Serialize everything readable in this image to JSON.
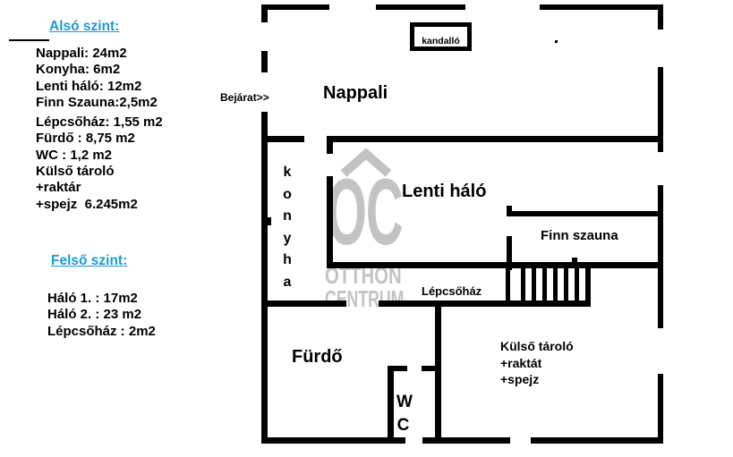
{
  "left_panel": {
    "lower_heading": "Alsó szint:",
    "lower_items": [
      "Nappali: 24m2",
      "Konyha: 6m2",
      "Lenti háló: 12m2",
      "Finn Szauna:2,5m2",
      "Lépcsőház: 1,55 m2",
      "Fürdő : 8,75 m2",
      "WC : 1,2 m2",
      "Külső tároló",
      "+raktár",
      "+spejz  6.245m2"
    ],
    "upper_heading": "Felső szint:",
    "upper_items": [
      "Háló 1. : 17m2",
      "Háló 2. : 23 m2",
      "Lépcsőház : 2m2"
    ]
  },
  "floorplan": {
    "entrance_label": "Bejárat>>",
    "rooms": {
      "nappali": "Nappali",
      "konyha": "konyha",
      "lenti_halo": "Lenti háló",
      "finn_szauna": "Finn szauna",
      "lepcsohaz": "Lépcsőház",
      "furdo": "Fürdő",
      "wc": "WC",
      "kulso_tarolo_line1": "Külső tároló",
      "kulso_tarolo_line2": "+raktát",
      "kulso_tarolo_line3": "+spejz",
      "kandallo": "kandalló"
    }
  },
  "watermark": {
    "logo": "OC",
    "line1": "OTTHON",
    "line2": "CENTRUM"
  },
  "colors": {
    "heading_blue": "#1c9ad6",
    "wall_black": "#000000",
    "watermark_gray": "#c3c3c3"
  }
}
